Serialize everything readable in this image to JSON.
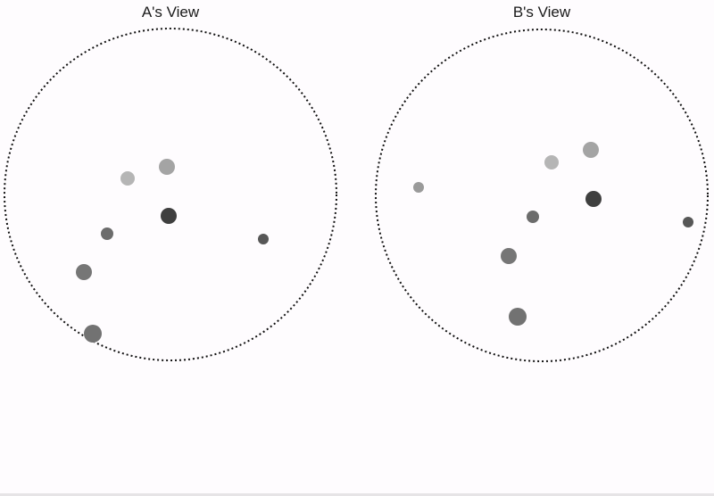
{
  "views": [
    {
      "title": "A's View",
      "dots": [
        {
          "id": "d1",
          "color": "#b5b5b5"
        },
        {
          "id": "d2",
          "color": "#a4a4a4"
        },
        {
          "id": "d3",
          "color": "#3f3f3f"
        },
        {
          "id": "d4",
          "color": "#6c6c6c"
        },
        {
          "id": "d5",
          "color": "#575757"
        },
        {
          "id": "d6",
          "color": "#767676"
        },
        {
          "id": "d7",
          "color": "#727272"
        }
      ]
    },
    {
      "title": "B's View",
      "dots": [
        {
          "id": "d8",
          "color": "#9a9a9a"
        },
        {
          "id": "d9",
          "color": "#b5b5b5"
        },
        {
          "id": "d10",
          "color": "#a4a4a4"
        },
        {
          "id": "d11",
          "color": "#3f3f3f"
        },
        {
          "id": "d12",
          "color": "#6c6c6c"
        },
        {
          "id": "d13",
          "color": "#575757"
        },
        {
          "id": "d14",
          "color": "#767676"
        },
        {
          "id": "d15",
          "color": "#727272"
        }
      ]
    }
  ]
}
